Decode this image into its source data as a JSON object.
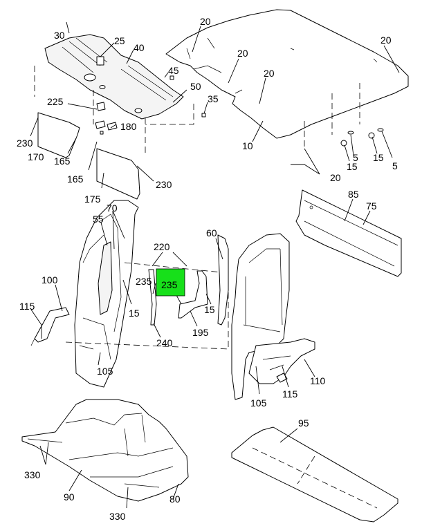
{
  "callouts": {
    "c30": "30",
    "c25": "25",
    "c40": "40",
    "c45": "45",
    "c50": "50",
    "c35": "35",
    "c225": "225",
    "c180": "180",
    "c230a": "230",
    "c170": "170",
    "c165a": "165",
    "c165b": "165",
    "c175": "175",
    "c230b": "230",
    "c20a": "20",
    "c20b": "20",
    "c20c": "20",
    "c20d": "20",
    "c20e": "20",
    "c10": "10",
    "c5a": "5",
    "c5b": "5",
    "c15a": "15",
    "c15b": "15",
    "c85": "85",
    "c75": "75",
    "c70": "70",
    "c55": "55",
    "c100": "100",
    "c115a": "115",
    "c15c": "15",
    "c105a": "105",
    "c220": "220",
    "c235a": "235",
    "c235b": "235",
    "c240": "240",
    "c195": "195",
    "c60": "60",
    "c15d": "15",
    "c105b": "105",
    "c115b": "115",
    "c110": "110",
    "c95": "95",
    "c330a": "330",
    "c90": "90",
    "c330b": "330",
    "c80": "80"
  },
  "highlight": {
    "label": "235",
    "color": "#17e01a"
  }
}
